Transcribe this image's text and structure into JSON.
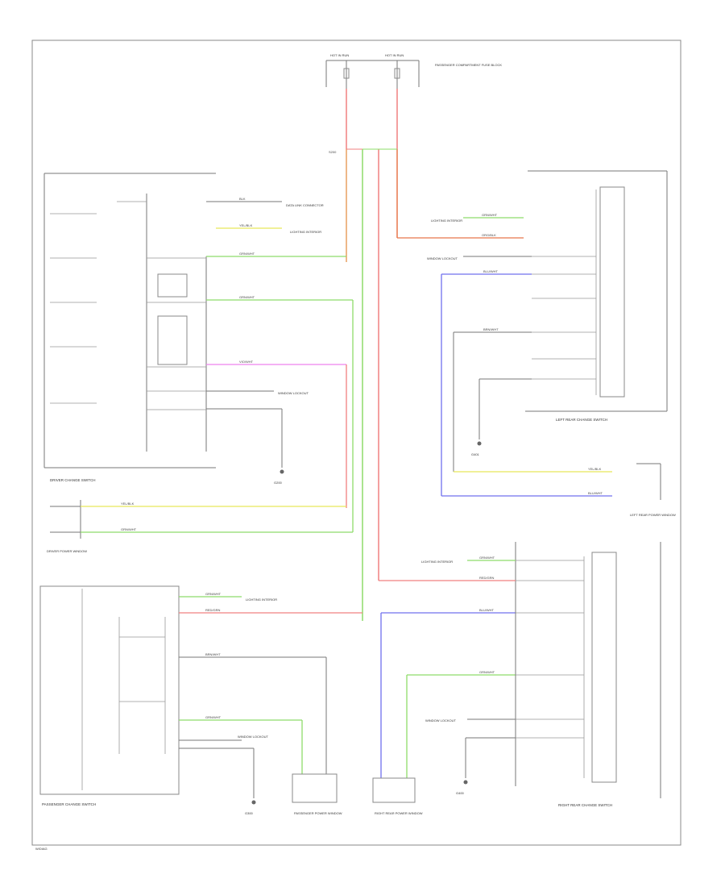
{
  "colors": {
    "red": "#f08080",
    "green": "#8edc6a",
    "violet": "#ee82ee",
    "yellow": "#e8e85a",
    "blue": "#7070ee",
    "orange": "#e8764a",
    "pink": "#e06080",
    "line": "#777777"
  },
  "components": {
    "driver_switch": "DRIVER CHANGE SWITCH",
    "driver_sensor": "DRIVER POWER WINDOW",
    "passenger_switch": "PASSENGER CHANGE SWITCH",
    "left_rear_switch": "LEFT REAR CHANGE SWITCH",
    "left_rear_sensor": "LEFT REAR POWER WINDOW",
    "right_rear_switch": "RIGHT REAR CHANGE SWITCH",
    "passenger_motor": "PASSENGER POWER WINDOW",
    "right_rear_motor": "RIGHT REAR POWER WINDOW"
  },
  "labels": {
    "fuse_left": "HOT IN RUN",
    "fuse_right": "HOT IN RUN",
    "fuse_block": "PASSENGER COMPARTMENT FUSE BLOCK",
    "ground_center": "G200",
    "ground_right": "G400",
    "ground_left": "G300",
    "ground_lr": "G401",
    "lock_out": "WINDOW LOCKOUT",
    "lamp_bus": "LIGHTING INTERIOR",
    "data_bus": "DATA LINK CONNECTOR",
    "page_ref": "W/DIAG"
  },
  "wires": {
    "red": "RED/GRN",
    "green": "GRN/WHT",
    "violet": "VIO/WHT",
    "yellow": "YEL/BLK",
    "blue": "BLU/WHT",
    "orange": "ORG/BLK",
    "black": "BLK",
    "brown": "BRN/WHT"
  }
}
